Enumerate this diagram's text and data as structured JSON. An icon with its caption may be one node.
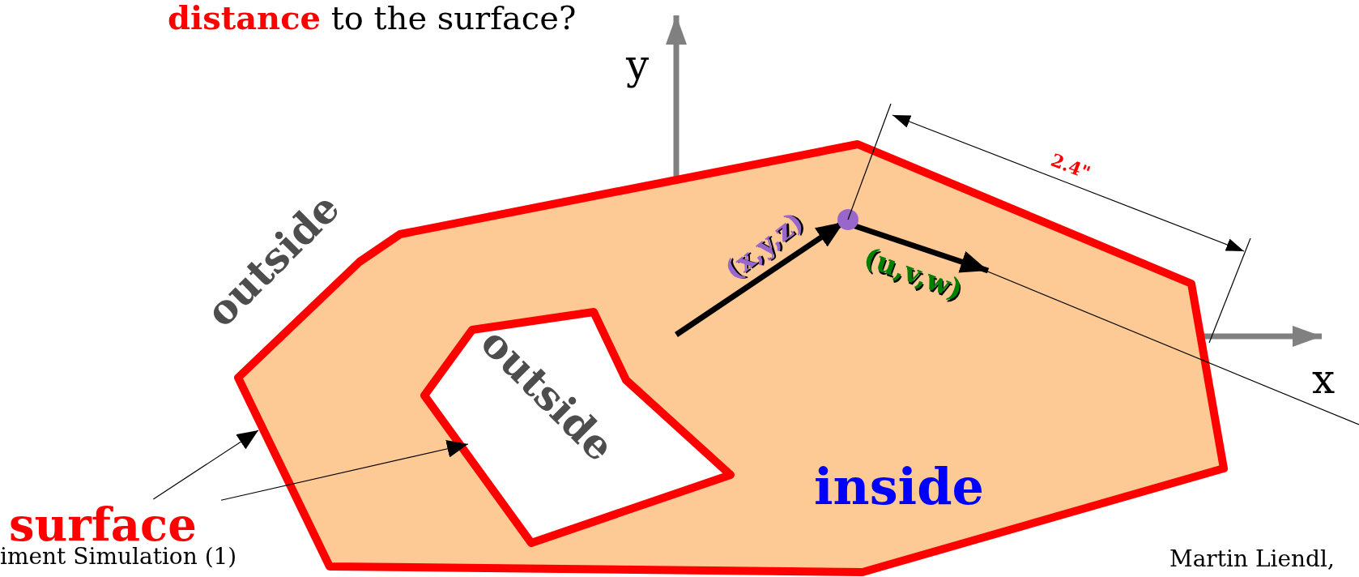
{
  "diagram": {
    "nodes": [
      {
        "text": [
          "inside"
        ]
      },
      {
        "text": [
          "outside"
        ],
        "in": 0
      },
      {
        "text": [
          "surface"
        ]
      }
    ],
    "edges": [
      {
        "from": 2,
        "to": 0,
        "arrow": "to"
      },
      {
        "from": 2,
        "to": 1,
        "arrow": "to"
      }
    ],
    "labels": [
      "**distance** to the surface?",
      "y",
      "outside",
      "(x,y,z)",
      "2.4\"",
      "(u,v,w)",
      "x",
      "iment Simulation (1)",
      "Martin Liendl,"
    ]
  }
}
